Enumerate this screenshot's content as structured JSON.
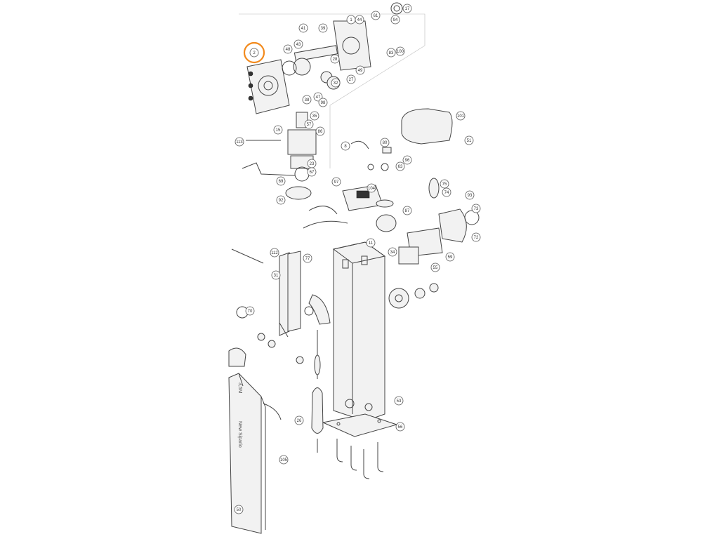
{
  "diagram": {
    "highlight_callout": "2",
    "highlight_color": "#f28a1d",
    "arm_label": "New Sipario",
    "arm_model": "3,5M",
    "callouts": [
      {
        "n": "2"
      },
      {
        "n": "41"
      },
      {
        "n": "39"
      },
      {
        "n": "1"
      },
      {
        "n": "44"
      },
      {
        "n": "61"
      },
      {
        "n": "17"
      },
      {
        "n": "94"
      },
      {
        "n": "83"
      },
      {
        "n": "100"
      },
      {
        "n": "48"
      },
      {
        "n": "43"
      },
      {
        "n": "49"
      },
      {
        "n": "28"
      },
      {
        "n": "27"
      },
      {
        "n": "32"
      },
      {
        "n": "38"
      },
      {
        "n": "47"
      },
      {
        "n": "98"
      },
      {
        "n": "35"
      },
      {
        "n": "57"
      },
      {
        "n": "86"
      },
      {
        "n": "15"
      },
      {
        "n": "113"
      },
      {
        "n": "23"
      },
      {
        "n": "67"
      },
      {
        "n": "69"
      },
      {
        "n": "92"
      },
      {
        "n": "101"
      },
      {
        "n": "51"
      },
      {
        "n": "8"
      },
      {
        "n": "80"
      },
      {
        "n": "96"
      },
      {
        "n": "63"
      },
      {
        "n": "97"
      },
      {
        "n": "104"
      },
      {
        "n": "87"
      },
      {
        "n": "75"
      },
      {
        "n": "74"
      },
      {
        "n": "93"
      },
      {
        "n": "73"
      },
      {
        "n": "72"
      },
      {
        "n": "11"
      },
      {
        "n": "34"
      },
      {
        "n": "59"
      },
      {
        "n": "55"
      },
      {
        "n": "112"
      },
      {
        "n": "31"
      },
      {
        "n": "77"
      },
      {
        "n": "70"
      },
      {
        "n": "53"
      },
      {
        "n": "56"
      },
      {
        "n": "26"
      },
      {
        "n": "105"
      },
      {
        "n": "50"
      }
    ]
  }
}
